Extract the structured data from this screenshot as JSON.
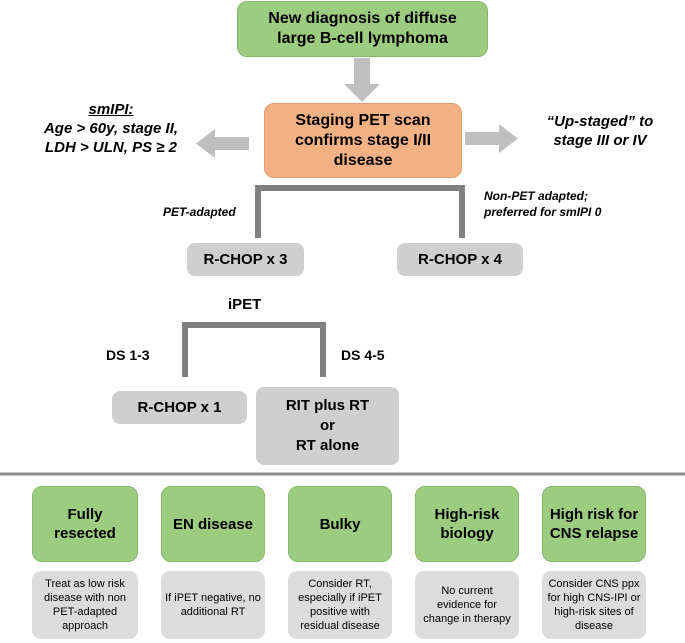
{
  "top": {
    "diagnosis": "New diagnosis of diffuse large B-cell lymphoma",
    "staging": "Staging PET scan confirms stage I/II disease"
  },
  "left_note": {
    "title": "smIPI:",
    "text": "Age > 60y, stage II, LDH > ULN, PS ≥ 2"
  },
  "right_note": "“Up-staged” to stage III or IV",
  "branch": {
    "pet_adapted": "PET-adapted",
    "non_pet": "Non-PET adapted; preferred for smIPI 0",
    "rchop3": "R-CHOP x 3",
    "rchop4": "R-CHOP x 4"
  },
  "ipet": {
    "label": "iPET",
    "ds_low": "DS 1-3",
    "ds_high": "DS 4-5",
    "rchop1": "R-CHOP x 1",
    "rit_line1": "RIT plus RT",
    "rit_line2": "or",
    "rit_line3": "RT alone"
  },
  "categories": [
    {
      "title": "Fully resected",
      "note": "Treat as low risk disease with non PET-adapted approach"
    },
    {
      "title": "EN disease",
      "note": "If iPET negative, no additional RT"
    },
    {
      "title": "Bulky",
      "note": "Consider RT, especially if iPET positive with residual disease"
    },
    {
      "title": "High-risk biology",
      "note": "No current evidence for change in therapy"
    },
    {
      "title": "High risk for CNS relapse",
      "note": "Consider CNS ppx for high CNS-IPI or high-risk sites of disease"
    }
  ],
  "colors": {
    "green": "#9ccc80",
    "orange": "#f4b183",
    "gray": "#cfcfcf",
    "arrow": "#bfbfbf",
    "bracket": "#808080"
  }
}
